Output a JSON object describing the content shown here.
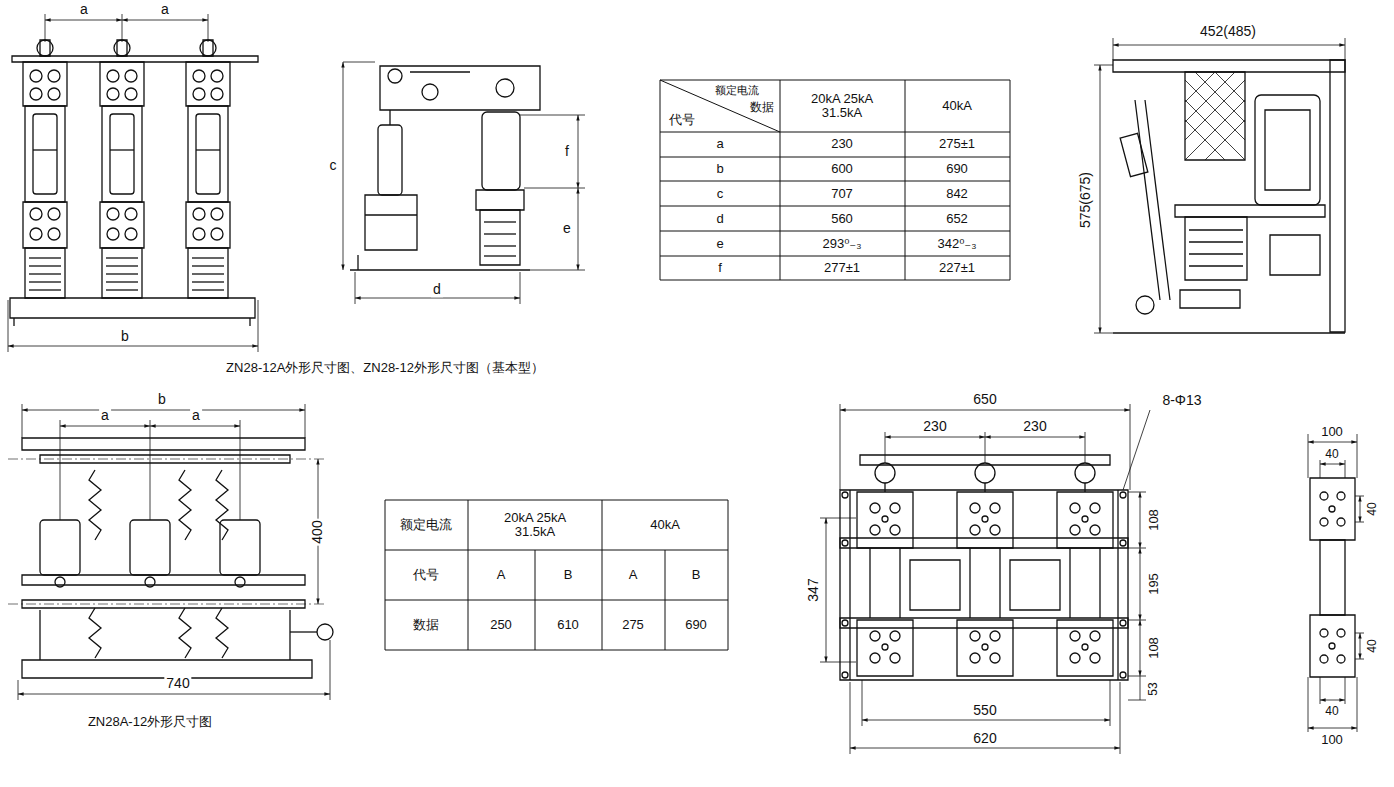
{
  "diagram": {
    "labels": [
      "a",
      "a",
      "b",
      "ZN28-12A外形尺寸图、ZN28-12外形尺寸图（基本型）",
      "c",
      "f",
      "e",
      "d",
      "额定电流",
      "代号",
      "数据",
      "20kA 25kA 31.5kA",
      "40kA",
      "a",
      "230",
      "275±1",
      "b",
      "600",
      "690",
      "c",
      "707",
      "842",
      "d",
      "560",
      "652",
      "e",
      "293⁰₋₃",
      "342⁰₋₃",
      "f",
      "277±1",
      "227±1",
      "452(485)",
      "575(675)",
      "b",
      "a",
      "a",
      "400",
      "740",
      "ZN28A-12外形尺寸图",
      "额定电流",
      "20kA 25kA 31.5kA",
      "40kA",
      "代号",
      "A",
      "B",
      "A",
      "B",
      "数据",
      "250",
      "610",
      "275",
      "690",
      "650",
      "230",
      "230",
      "8-Φ13",
      "347",
      "108",
      "195",
      "108",
      "53",
      "550",
      "620",
      "100",
      "40",
      "40",
      "40",
      "40",
      "100"
    ]
  }
}
